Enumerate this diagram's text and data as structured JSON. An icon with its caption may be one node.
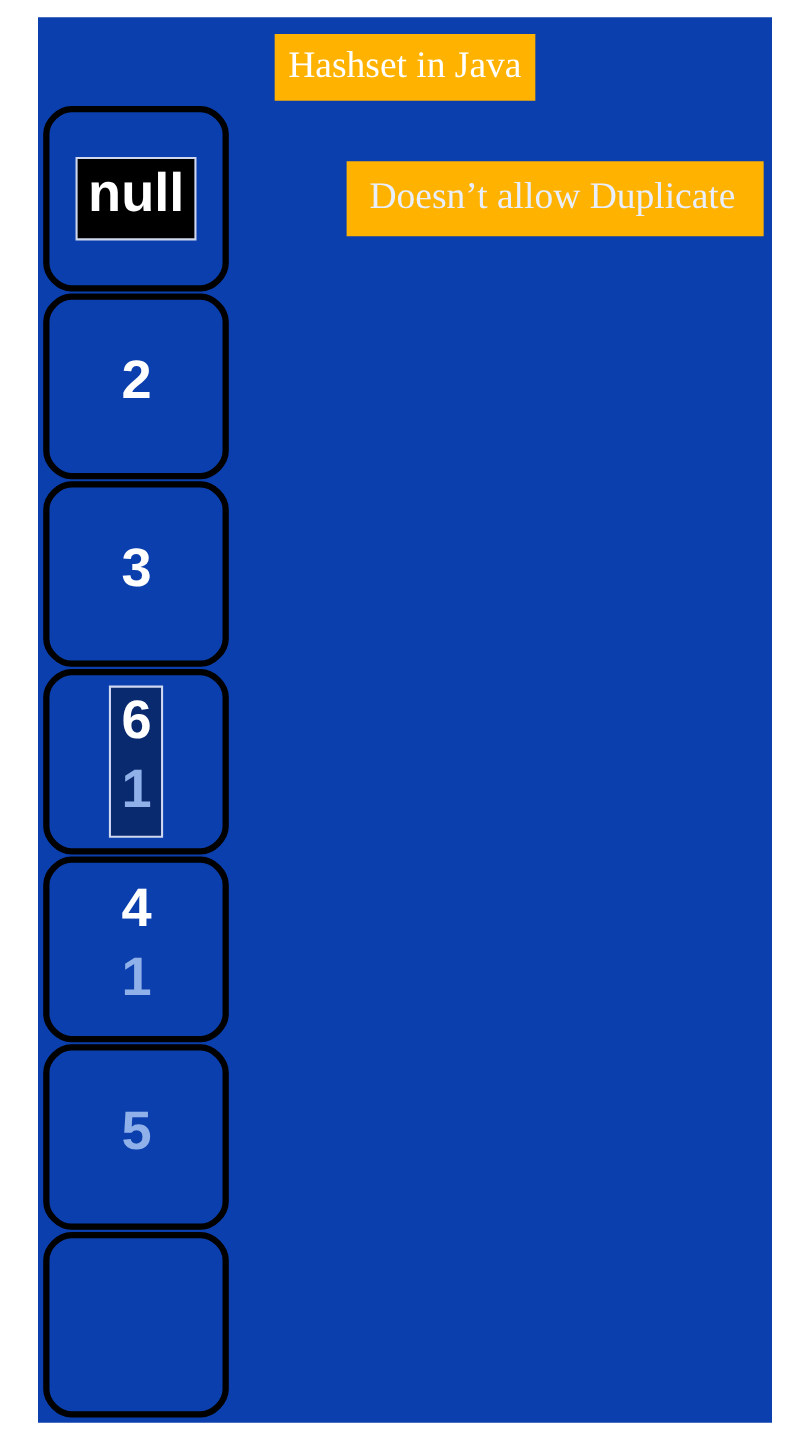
{
  "diagram": {
    "title": "Hashset in Java",
    "nodes": [
      {
        "text": [
          "null"
        ]
      },
      {
        "text": [
          "2"
        ]
      },
      {
        "text": [
          "3"
        ]
      },
      {
        "text": [
          "6",
          "1"
        ]
      },
      {
        "text": [
          "4",
          "1"
        ]
      },
      {
        "text": [
          "5"
        ]
      },
      {
        "text": [],
        "shape": "box"
      }
    ],
    "labels": [
      "Doesn’t allow Duplicate"
    ]
  }
}
